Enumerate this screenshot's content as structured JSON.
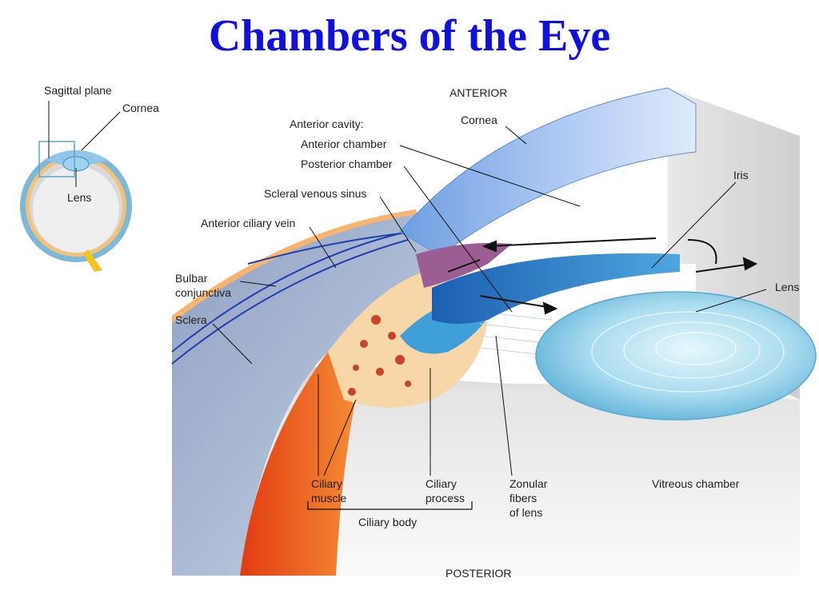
{
  "title": "Chambers of the Eye",
  "inset": {
    "sagittal_plane": "Sagittal plane",
    "cornea": "Cornea",
    "lens": "Lens"
  },
  "labels": {
    "anterior": "ANTERIOR",
    "posterior": "POSTERIOR",
    "cornea": "Cornea",
    "anterior_cavity": "Anterior cavity:",
    "anterior_chamber": "Anterior chamber",
    "posterior_chamber": "Posterior chamber",
    "scleral_venous_sinus": "Scleral venous sinus",
    "anterior_ciliary_vein": "Anterior ciliary vein",
    "bulbar_conjunctiva_1": "Bulbar",
    "bulbar_conjunctiva_2": "conjunctiva",
    "sclera": "Sclera",
    "iris": "Iris",
    "lens": "Lens",
    "ciliary_muscle_1": "Ciliary",
    "ciliary_muscle_2": "muscle",
    "ciliary_process_1": "Ciliary",
    "ciliary_process_2": "process",
    "ciliary_body": "Ciliary body",
    "zonular_1": "Zonular",
    "zonular_2": "fibers",
    "zonular_3": "of lens",
    "vitreous_chamber": "Vitreous chamber"
  }
}
